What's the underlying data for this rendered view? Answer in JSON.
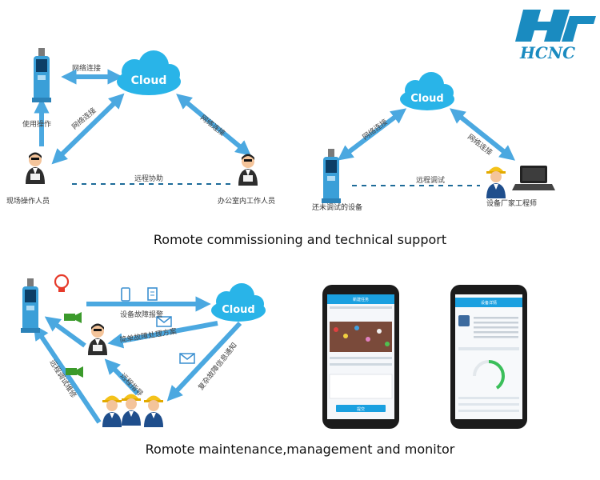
{
  "logo": {
    "mark": "Hnc",
    "wordmark": "HCNC",
    "color": "#1a8bc0"
  },
  "colors": {
    "arrow": "#4ba8e0",
    "cloud": "#29b4e8",
    "dashed": "#1e6b99"
  },
  "section1": {
    "caption": "Romote commissioning and technical support",
    "cloud": "Cloud",
    "left": {
      "label_network_top": "网络连接",
      "label_network_left": "网络连接",
      "label_network_right": "网络连接",
      "label_use": "使用操作",
      "label_remote": "远程协助",
      "person_left": "现场操作人员",
      "person_right": "办公室内工作人员"
    },
    "right": {
      "cloud": "Cloud",
      "label_network_left": "网络连接",
      "label_network_right": "网络连接",
      "label_remote": "远程调试",
      "device": "还未调试的设备",
      "engineer": "设备厂家工程师"
    }
  },
  "section2": {
    "caption": "Romote maintenance,management and monitor",
    "cloud": "Cloud",
    "label_fault_report": "设备故障报警",
    "label_plan": "简单故障处理方案",
    "label_guide": "远程指导",
    "label_notify": "复杂故障信息通知",
    "label_debug": "远程调试维修",
    "phone1": {
      "header": "新建任务",
      "button": "提交"
    },
    "phone2": {
      "header": "设备详情"
    }
  },
  "icons": [
    "kiosk-icon",
    "cloud-icon",
    "person-icon",
    "laptop-icon",
    "lightbulb-icon",
    "envelope-icon",
    "phone-icon",
    "document-icon",
    "camera-icon",
    "team-icon",
    "smartphone-icon"
  ]
}
